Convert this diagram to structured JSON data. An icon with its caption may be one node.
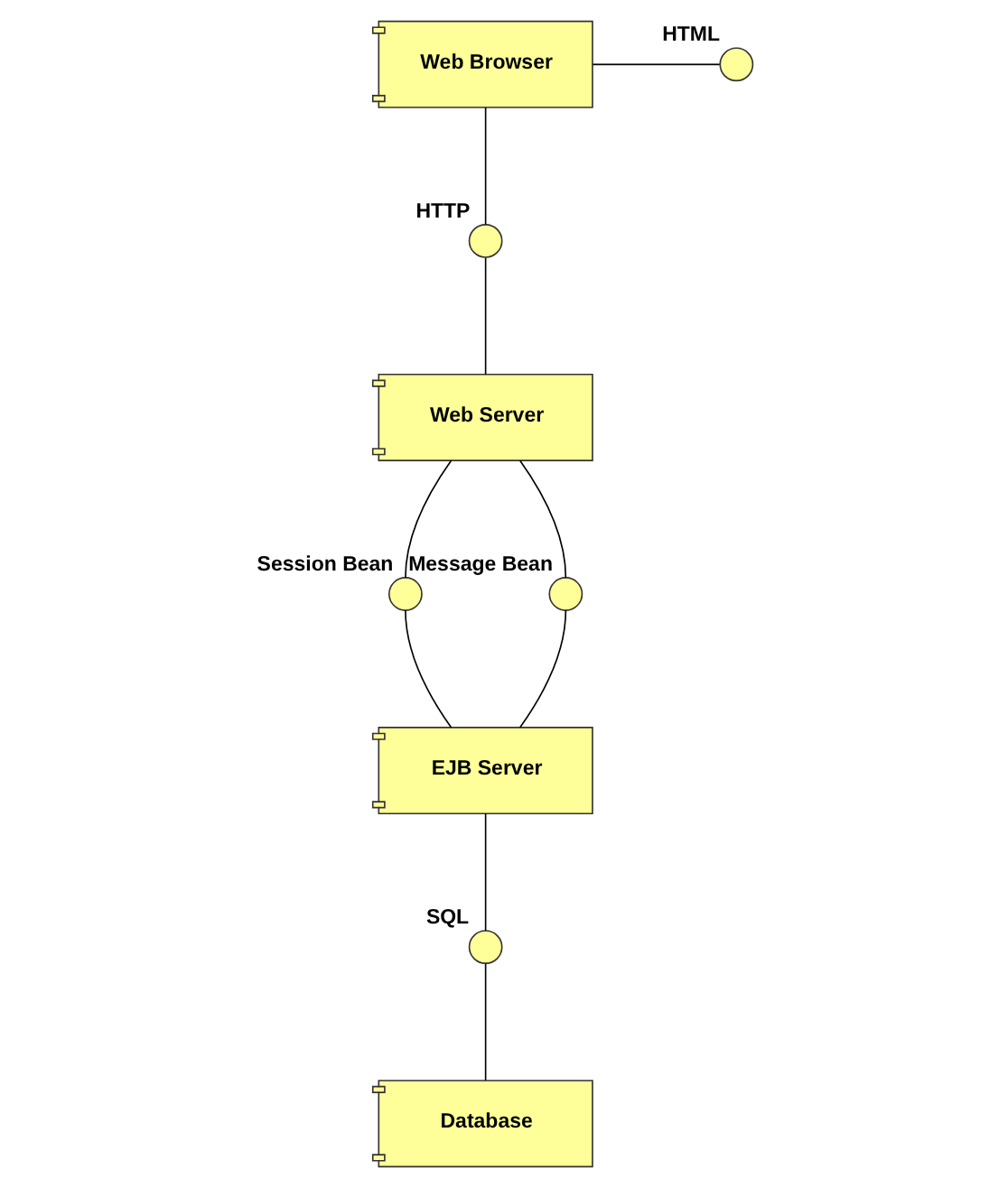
{
  "diagram": {
    "nodes": [
      {
        "text": [
          "Web Browser"
        ]
      },
      {
        "text": [
          "HTML"
        ]
      },
      {
        "text": [
          "HTTP"
        ]
      },
      {
        "text": [
          "Web Server"
        ]
      },
      {
        "text": [
          "Session Bean"
        ]
      },
      {
        "text": [
          "Message Bean"
        ]
      },
      {
        "text": [
          "EJB Server"
        ]
      },
      {
        "text": [
          "SQL"
        ]
      },
      {
        "text": [
          "Database"
        ]
      }
    ],
    "edges": [
      {
        "from": 0,
        "to": 1,
        "arrow": "none"
      },
      {
        "from": 0,
        "to": 2,
        "arrow": "none"
      },
      {
        "from": 2,
        "to": 3,
        "arrow": "none"
      },
      {
        "from": 3,
        "to": 4,
        "arrow": "none"
      },
      {
        "from": 3,
        "to": 5,
        "arrow": "none"
      },
      {
        "from": 4,
        "to": 6,
        "arrow": "none"
      },
      {
        "from": 5,
        "to": 6,
        "arrow": "none"
      },
      {
        "from": 6,
        "to": 7,
        "arrow": "none"
      },
      {
        "from": 7,
        "to": 8,
        "arrow": "none"
      }
    ]
  }
}
